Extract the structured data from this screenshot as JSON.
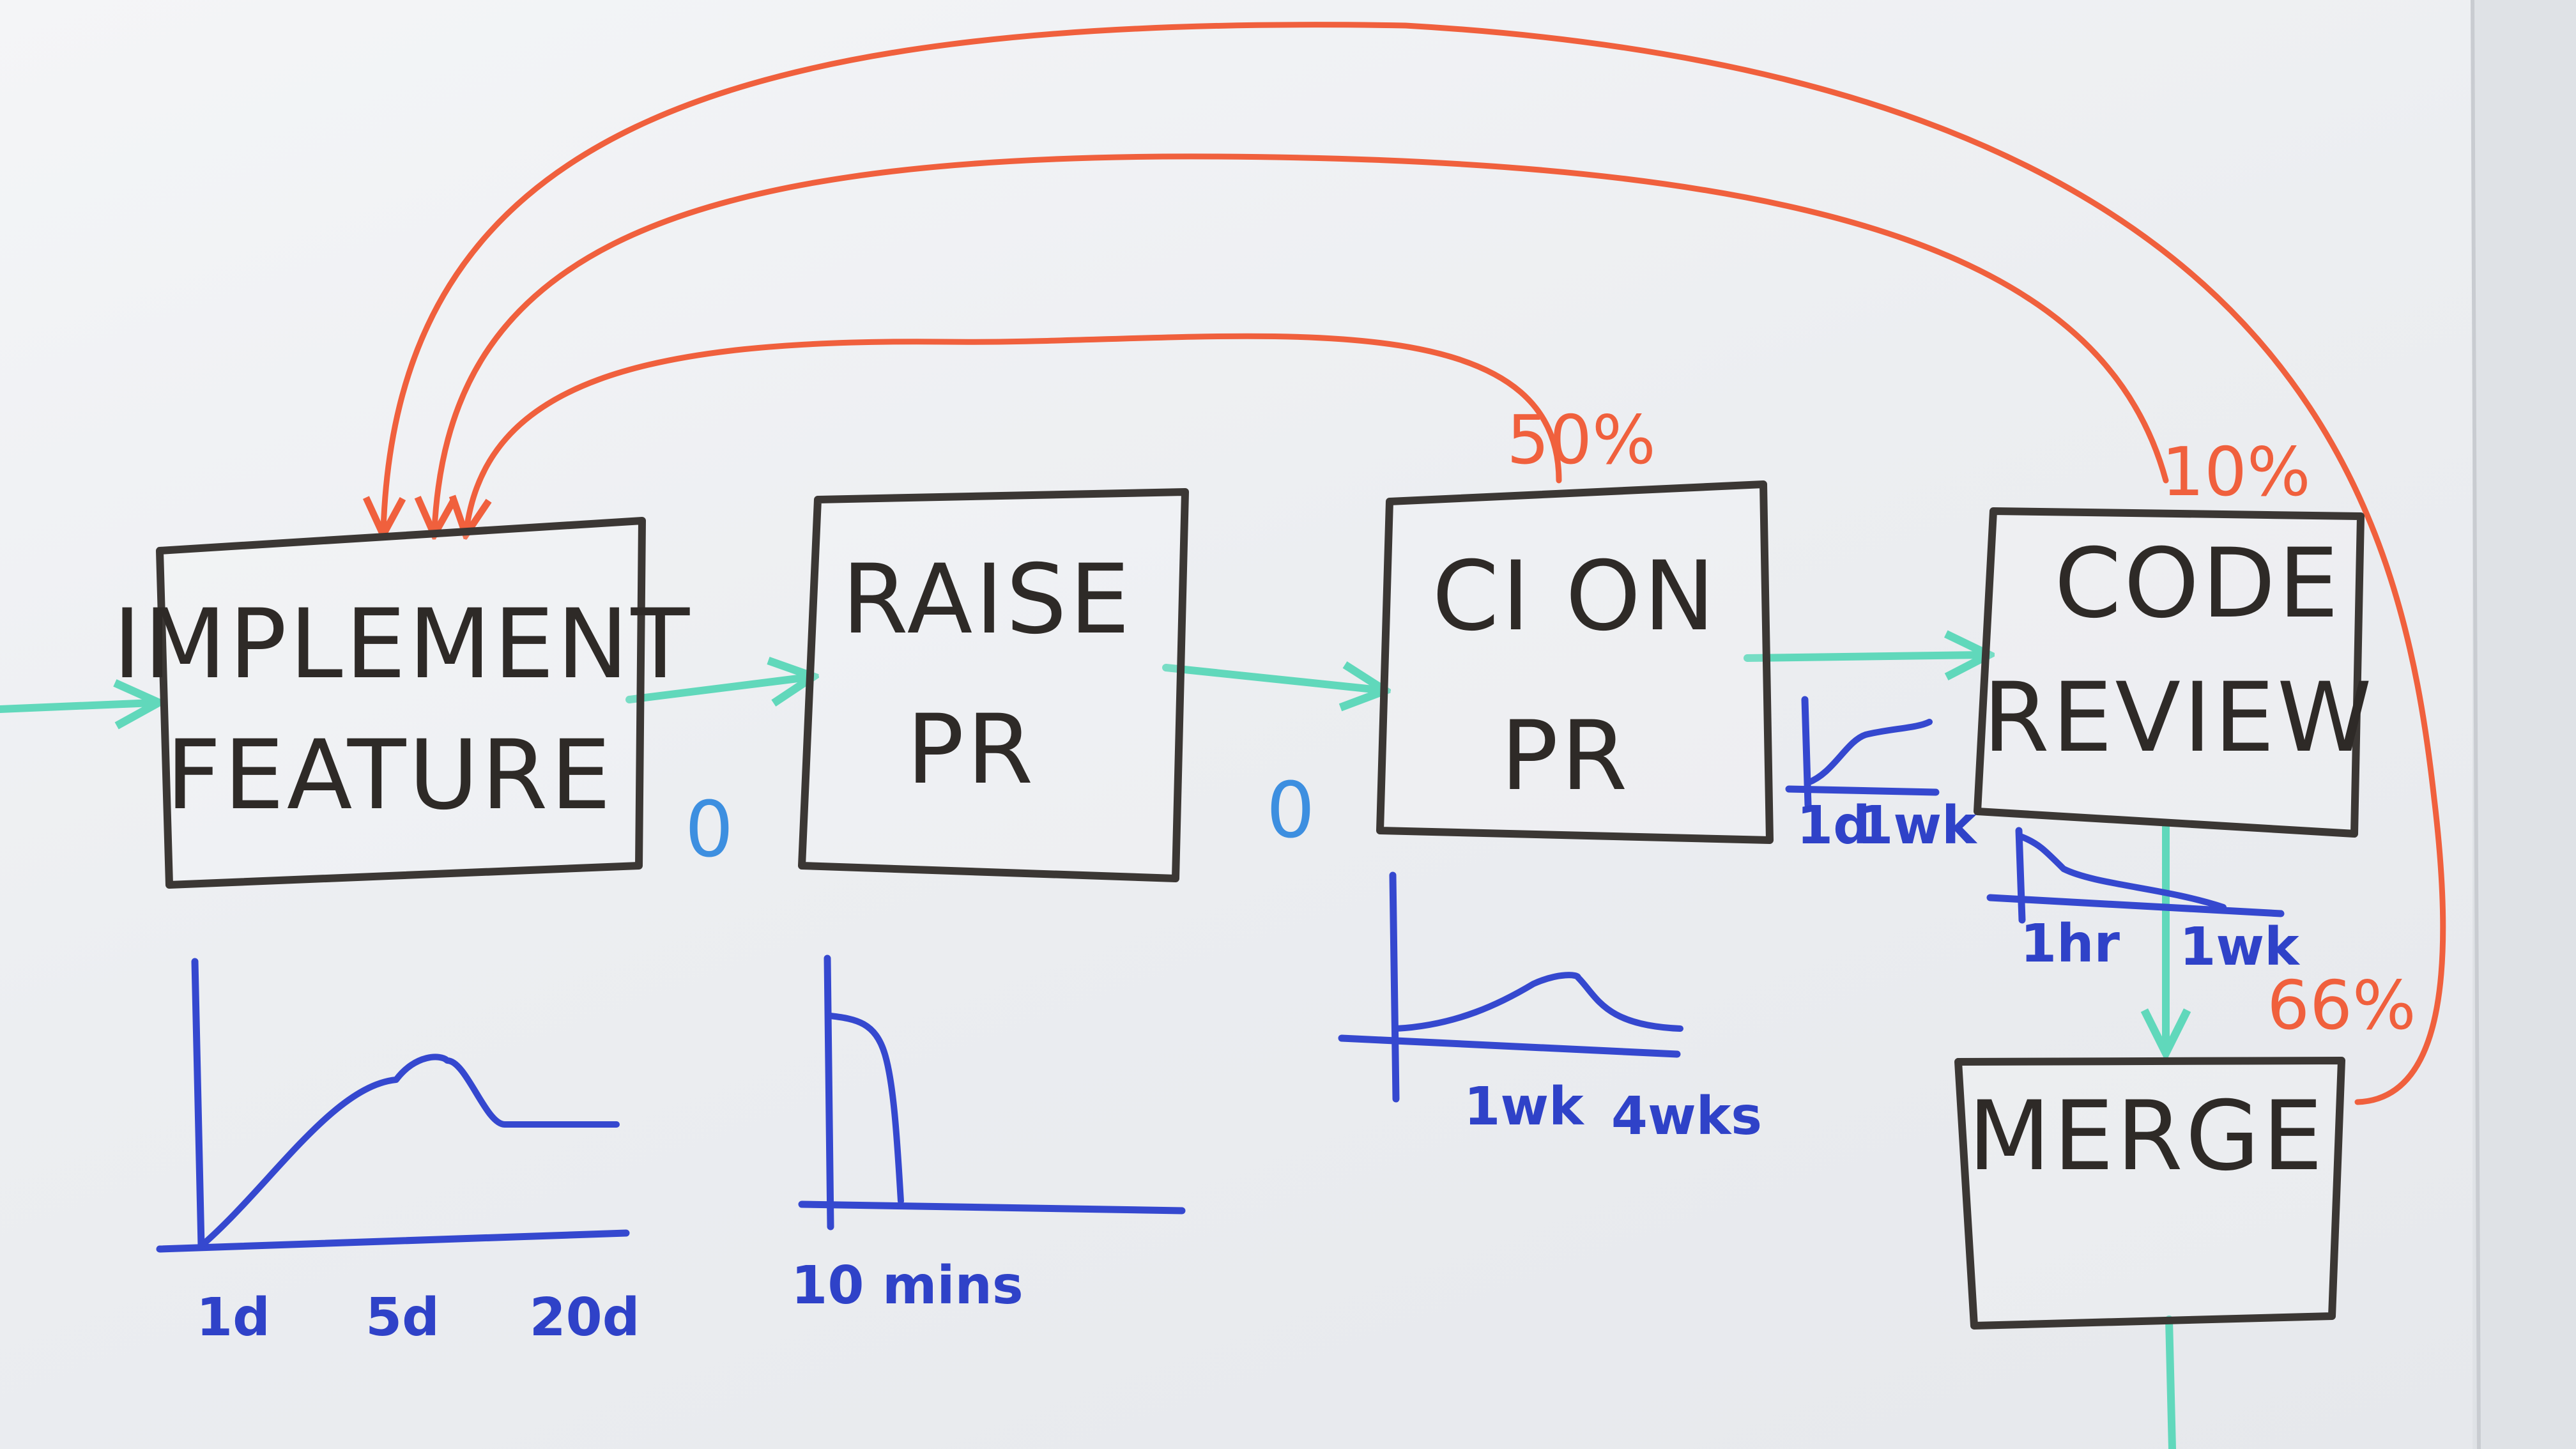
{
  "diagram": {
    "stages": [
      {
        "id": "implement",
        "lines": [
          "IMPLEMENT",
          "FEATURE"
        ]
      },
      {
        "id": "raise",
        "lines": [
          "RAISE",
          "PR"
        ]
      },
      {
        "id": "ci",
        "lines": [
          "CI ON",
          "PR"
        ]
      },
      {
        "id": "review",
        "lines": [
          "CODE",
          "REVIEW"
        ]
      },
      {
        "id": "merge",
        "lines": [
          "MERGE"
        ]
      }
    ],
    "wait_markers": [
      "0",
      "0"
    ],
    "rework_loops": [
      {
        "from": "ci",
        "to": "implement",
        "label": "50%"
      },
      {
        "from": "review",
        "to": "implement",
        "label": "10%"
      },
      {
        "from": "merge",
        "to": "implement",
        "label": "66%"
      }
    ],
    "colors": {
      "box_outline": "#3b3734",
      "flow_arrow": "#52d6b6",
      "rework_arrow": "#f0603d",
      "distribution": "#3548cf",
      "wait_marker": "#3d8fe0"
    }
  },
  "chart_data": [
    {
      "type": "line",
      "stage": "implement",
      "x": [
        "1d",
        "5d",
        "20d"
      ],
      "xlabel": "",
      "ylabel": ""
    },
    {
      "type": "line",
      "stage": "raise",
      "x": [
        "10 mins"
      ],
      "xlabel": "",
      "ylabel": ""
    },
    {
      "type": "line",
      "stage": "ci_to_review",
      "x": [
        "1d",
        "1wk"
      ],
      "xlabel": "",
      "ylabel": ""
    },
    {
      "type": "line",
      "stage": "ci",
      "x": [
        "1wk",
        "4wks"
      ],
      "xlabel": "",
      "ylabel": ""
    },
    {
      "type": "line",
      "stage": "review",
      "x": [
        "1hr",
        "1wk"
      ],
      "xlabel": "",
      "ylabel": ""
    }
  ]
}
